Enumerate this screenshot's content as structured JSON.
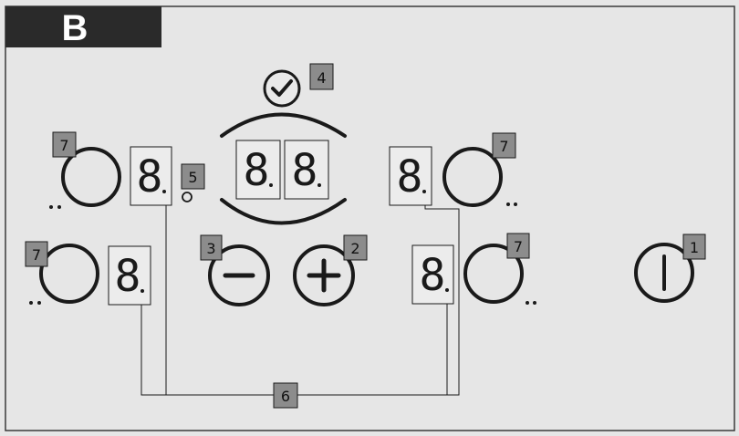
{
  "header": {
    "letter": "B",
    "bg_color": "#2a2a2a",
    "text_color": "#ffffff"
  },
  "colors": {
    "panel_bg": "#e6e6e6",
    "frame": "#3a3a3a",
    "line": "#1a1a1a",
    "callout_bg": "#8c8c8c",
    "callout_border": "#1a1a1a",
    "callout_text": "#111111"
  },
  "callouts": {
    "power": "1",
    "plus": "2",
    "minus": "3",
    "timer_confirm": "4",
    "timer_indicator": "5",
    "zone_displays": "6",
    "zone_rear_left": "7",
    "zone_rear_right": "7",
    "zone_front_left": "7",
    "zone_front_right": "7"
  },
  "displays": {
    "rear_left": "8",
    "rear_right": "8",
    "front_left": "8",
    "front_right": "8",
    "timer_tens": "8",
    "timer_units": "8"
  },
  "icons": {
    "timer_confirm": "check-circle-icon",
    "minus": "minus-circle-icon",
    "plus": "plus-circle-icon",
    "power": "power-icon",
    "zone": "open-circle-icon"
  }
}
